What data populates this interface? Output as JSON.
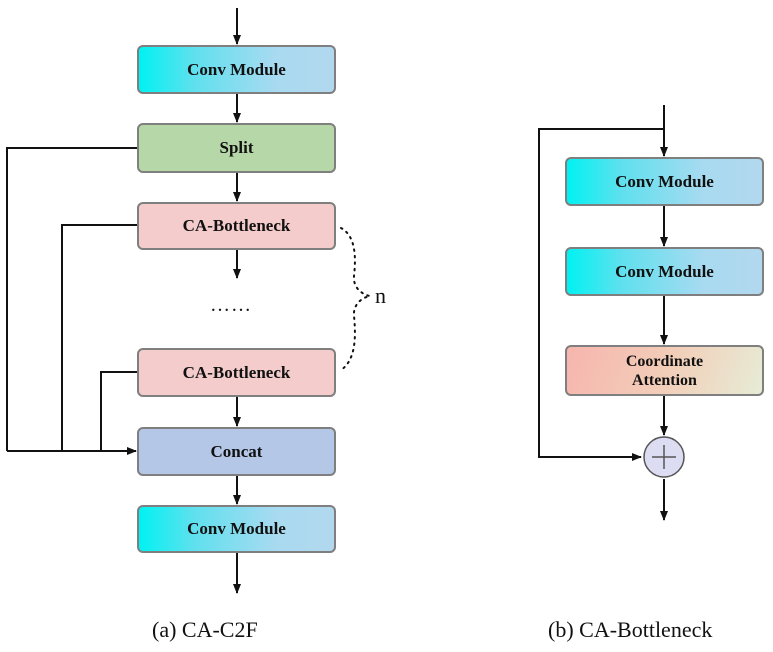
{
  "left_diagram": {
    "conv_top": "Conv Module",
    "split": "Split",
    "bottleneck_1": "CA-Bottleneck",
    "ellipsis": "……",
    "bottleneck_n": "CA-Bottleneck",
    "repeat_label": "n",
    "concat": "Concat",
    "conv_bottom": "Conv Module",
    "caption": "(a) CA-C2F"
  },
  "right_diagram": {
    "conv_1": "Conv Module",
    "conv_2": "Conv Module",
    "coord_line1": "Coordinate",
    "coord_line2": "Attention",
    "add_symbol": "add-icon",
    "caption": "(b) CA-Bottleneck"
  },
  "colors": {
    "line": "#111111",
    "border": "#7f7f7f",
    "split": "#b6d7a8",
    "bottleneck": "#f4cccc",
    "concat": "#b4c7e7",
    "conv_start": "#00f2f2",
    "conv_end": "#b2d8ee"
  }
}
